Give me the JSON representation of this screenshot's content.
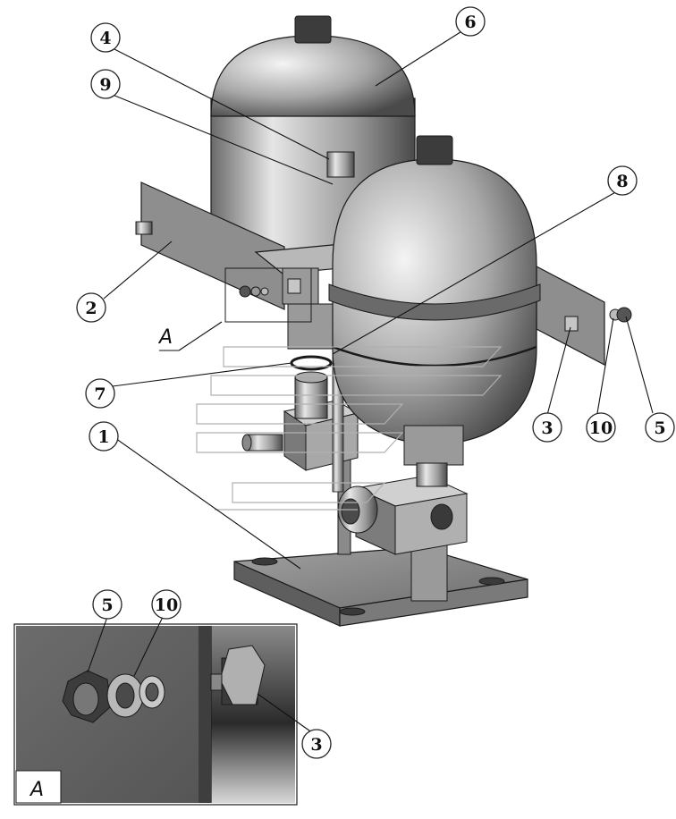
{
  "callouts": [
    {
      "id": "1",
      "label": "1"
    },
    {
      "id": "2",
      "label": "2"
    },
    {
      "id": "3",
      "label": "3"
    },
    {
      "id": "3b",
      "label": "3"
    },
    {
      "id": "4",
      "label": "4"
    },
    {
      "id": "5",
      "label": "5"
    },
    {
      "id": "5b",
      "label": "5"
    },
    {
      "id": "6",
      "label": "6"
    },
    {
      "id": "7",
      "label": "7"
    },
    {
      "id": "8",
      "label": "8"
    },
    {
      "id": "9",
      "label": "9"
    },
    {
      "id": "10",
      "label": "10"
    },
    {
      "id": "10b",
      "label": "10"
    }
  ],
  "view_label": "A",
  "detail_view_label": "A",
  "colors": {
    "steel_dark": "#5a5a5a",
    "steel_mid": "#8c8c8c",
    "steel_light": "#d8d8d8",
    "outline": "#1a1a1a"
  }
}
